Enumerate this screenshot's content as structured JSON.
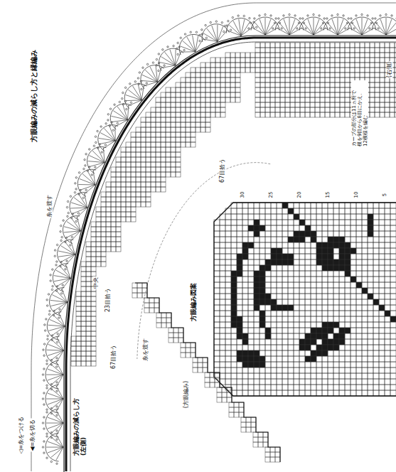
{
  "diagram": {
    "labels": [
      "方眼編みの減らし方と縁編み",
      "(右側)",
      "カーブの部分は11ヵ所で 模を9目から8目にかえ、 12模様を編む",
      "糸を渡す",
      "67目拾う",
      "23目拾う",
      "中央",
      "67目拾う",
      "方眼編み図案",
      "方眼編みの減らし方 (左側)",
      "糸を渡す",
      "(方眼編み)",
      "◁=糸をつける",
      "◀=糸を切る",
      "30",
      "25",
      "20",
      "15",
      "10",
      "5"
    ]
  }
}
